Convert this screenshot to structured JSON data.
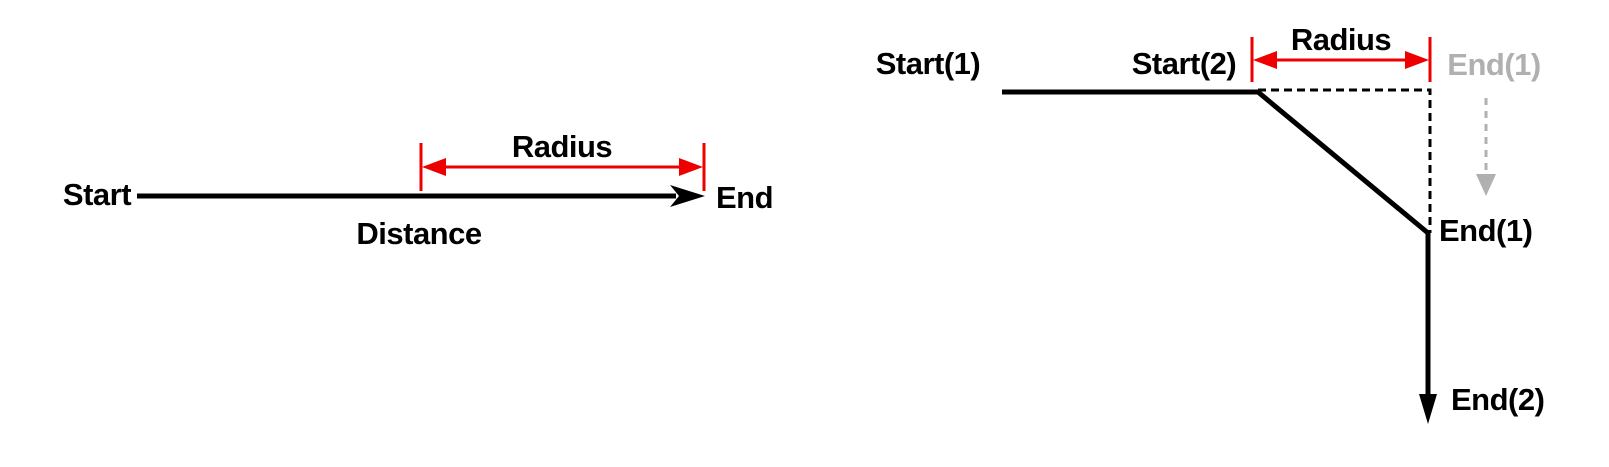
{
  "colors": {
    "background": "#ffffff",
    "line": "#000000",
    "accent_red": "#ee0000",
    "ghost_gray": "#b0b0b0"
  },
  "left_figure": {
    "start_label": "Start",
    "end_label": "End",
    "radius_label": "Radius",
    "distance_label": "Distance"
  },
  "right_figure": {
    "start1_label": "Start(1)",
    "start2_label": "Start(2)",
    "radius_label": "Radius",
    "end1_ghost_label": "End(1)",
    "end1_label": "End(1)",
    "end2_label": "End(2)"
  }
}
